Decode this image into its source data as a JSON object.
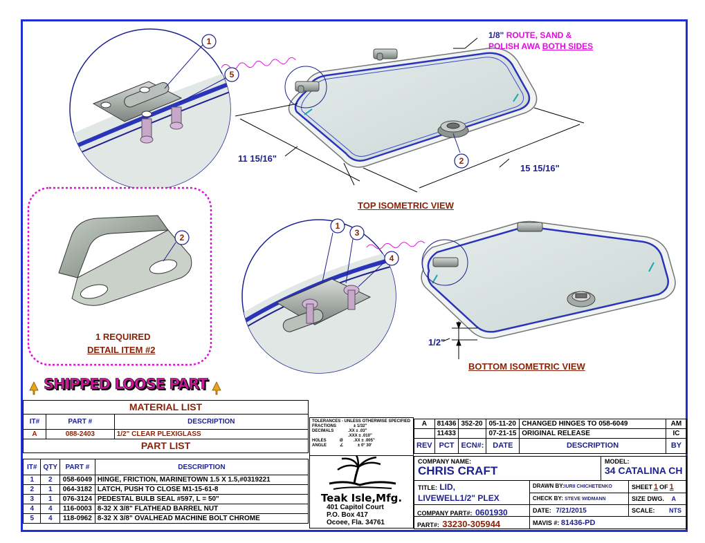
{
  "colors": {
    "border": "#1f2fd0",
    "dims": "#1c1f8f",
    "callout": "#8a2208",
    "note": "#e10be0"
  },
  "annotations": {
    "route_note_a": "1/8\"",
    "route_note_b": "ROUTE, SAND &",
    "route_note_c": "POLISH AWA",
    "route_note_d": "BOTH SIDES",
    "dim_width": "11 15/16\"",
    "dim_length": "15 15/16\"",
    "dim_thickness": "1/2\"",
    "top_view_label": "TOP ISOMETRIC VIEW",
    "bottom_view_label": "BOTTOM ISOMETRIC VIEW",
    "detail_required": "1 REQUIRED",
    "detail_item": "DETAIL ITEM #2",
    "shipped_banner": "SHIPPED LOOSE PART"
  },
  "callouts": {
    "c1": "1",
    "c5": "5",
    "c2_top": "2",
    "c2_detail": "2",
    "c1_b": "1",
    "c3": "3",
    "c4": "4"
  },
  "material_list": {
    "title": "MATERIAL LIST",
    "headers": [
      "IT#",
      "PART #",
      "DESCRIPTION"
    ],
    "rows": [
      {
        "it": "A",
        "part": "088-2403",
        "desc": "1/2\" CLEAR PLEXIGLASS"
      }
    ]
  },
  "part_list": {
    "title": "PART LIST",
    "headers": [
      "IT#",
      "QTY",
      "PART #",
      "DESCRIPTION"
    ],
    "rows": [
      {
        "it": "1",
        "qty": "2",
        "part": "058-6049",
        "desc": "HINGE, FRICTION, MARINETOWN 1.5 X 1.5,#0319221"
      },
      {
        "it": "2",
        "qty": "1",
        "part": "064-3182",
        "desc": "LATCH, PUSH TO CLOSE M1-15-61-8"
      },
      {
        "it": "3",
        "qty": "1",
        "part": "076-3124",
        "desc": "PEDESTAL BULB SEAL #597, L = 50\""
      },
      {
        "it": "4",
        "qty": "4",
        "part": "116-0003",
        "desc": "8-32 X 3/8\" FLATHEAD BARREL NUT"
      },
      {
        "it": "5",
        "qty": "4",
        "part": "118-0962",
        "desc": "8-32 X 3/8\" OVALHEAD MACHINE BOLT CHROME"
      }
    ]
  },
  "tolerances": {
    "title": "TOLERANCES - UNLESS OTHERWISE SPECIFIED",
    "fractions_label": "FRACTIONS",
    "fractions_val": "± 1/32\"",
    "decimals_label": "DECIMALS",
    "dec_xx": ".XX ± .03\"",
    "dec_xxx": ".XXX ± .010\"",
    "holes_label": "HOLES",
    "holes_sym": "Ø",
    "holes_val": ".XX ± .005\"",
    "angle_label": "ANGLE",
    "angle_sym": "∠",
    "angle_val": "± 0° 30'"
  },
  "company": {
    "name": "Teak Isle,Mfg.",
    "addr1": "401 Capitol Court",
    "addr2": "P.O. Box 417",
    "addr3": "Ocoee, Fla. 34761"
  },
  "revisions": {
    "headers": [
      "REV",
      "PCT",
      "ECN#:",
      "DATE",
      "DESCRIPTION",
      "BY"
    ],
    "rows": [
      {
        "rev": "A",
        "pct": "81436",
        "ecn": "352-20",
        "date": "05-11-20",
        "desc": "CHANGED HINGES TO 058-6049",
        "by": "AM"
      },
      {
        "rev": "",
        "pct": "11433",
        "ecn": "",
        "date": "07-21-15",
        "desc": "ORIGINAL RELEASE",
        "by": "IC"
      }
    ]
  },
  "title_block": {
    "company_name_label": "COMPANY NAME:",
    "company_name": "CHRIS CRAFT",
    "model_label": "MODEL:",
    "model": "34 CATALINA CH",
    "title_label": "TITLE:",
    "title_1": "LID,",
    "title_2": "LIVEWELL1/2\" PLEX",
    "drawn_label": "DRAWN BY:",
    "drawn_by": "IURII CHICHETENKO",
    "sheet_label": "SHEET",
    "sheet_num": "1",
    "sheet_of": "OF",
    "sheet_total": "1",
    "check_label": "CHECK BY:",
    "check_by": "STEVE WIDMANN",
    "size_label": "SIZE DWG.",
    "size": "A",
    "company_part_label": "COMPANY PART#:",
    "company_part": "0601930",
    "date_label": "DATE:",
    "date": "7/21/2015",
    "scale_label": "SCALE:",
    "scale": "NTS",
    "part_label": "PART#:",
    "part": "33230-305944",
    "mavis_label": "MAVIS #:",
    "mavis": "81436-PD"
  }
}
